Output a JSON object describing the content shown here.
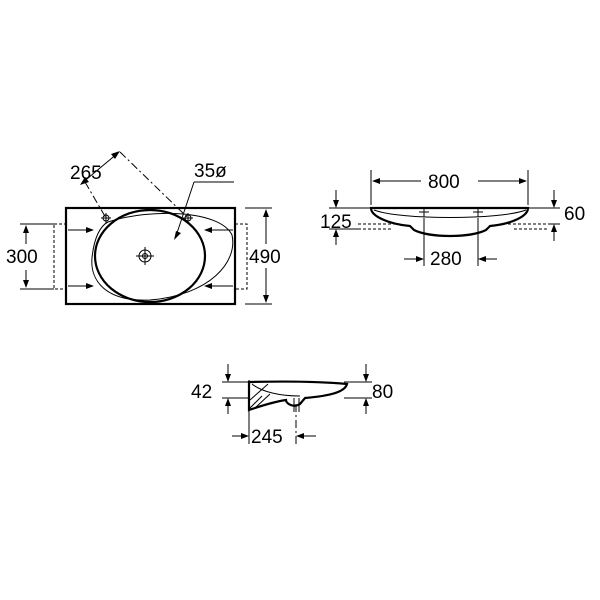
{
  "plan_view": {
    "hole_spacing_label": "265",
    "hole_diameter_label": "35ø",
    "bracket_spacing_label": "300",
    "depth_label": "490"
  },
  "front_view": {
    "width_label": "800",
    "side_height_label": "125",
    "rim_height_label": "60",
    "bracket_spacing_label": "280"
  },
  "side_view": {
    "back_height_label": "42",
    "front_height_label": "80",
    "drain_offset_label": "245"
  }
}
